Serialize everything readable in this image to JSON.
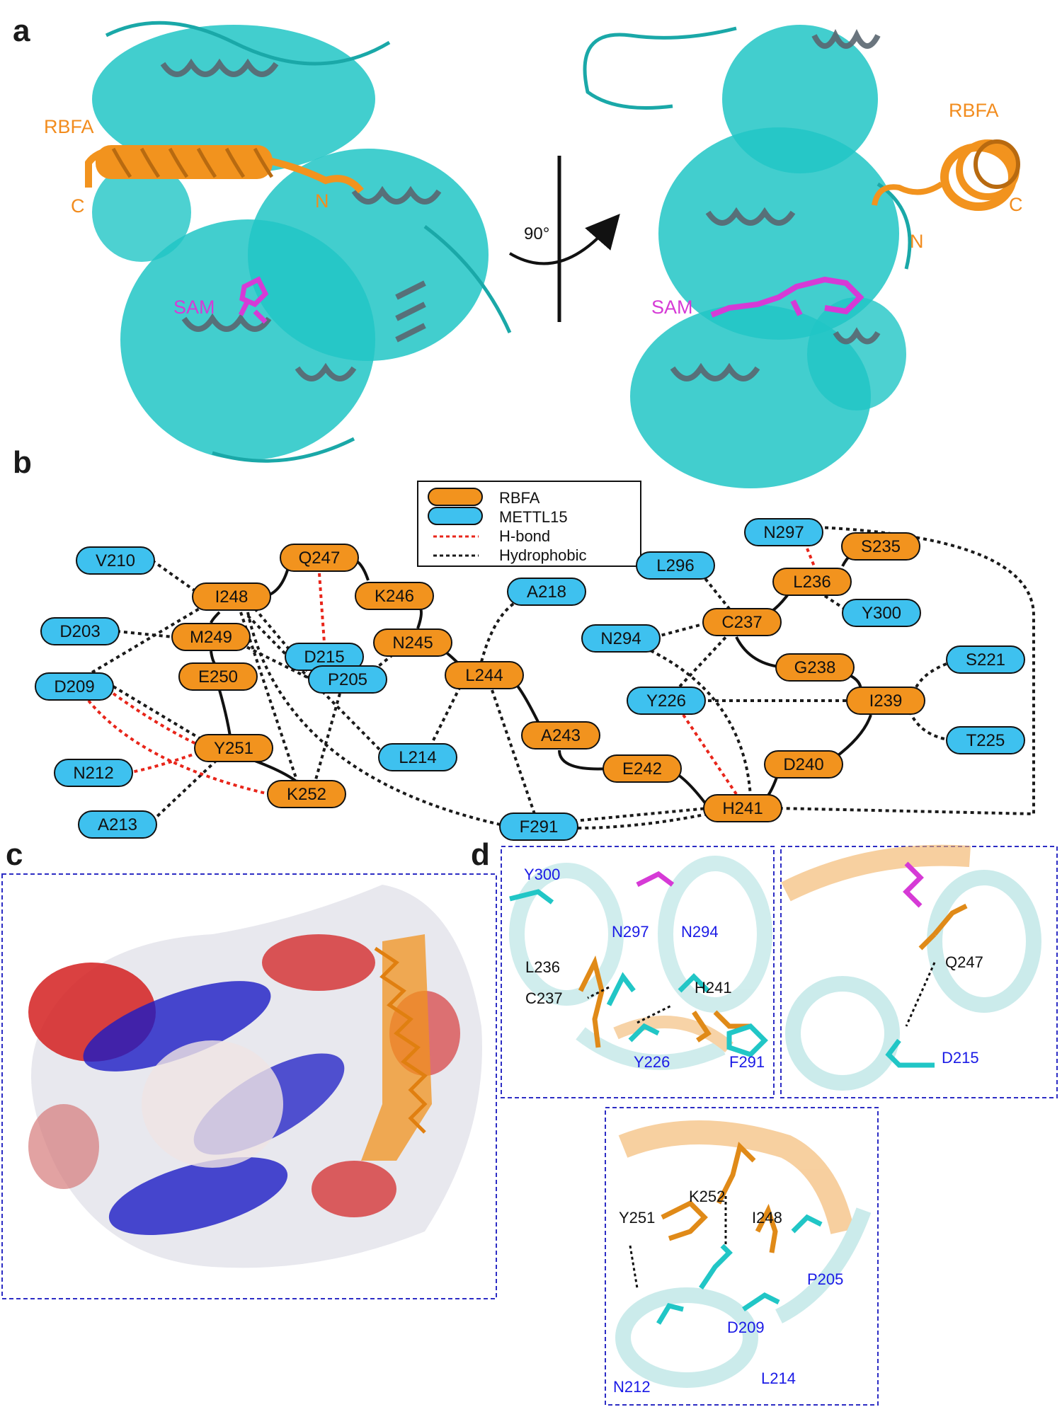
{
  "panels": {
    "a": "a",
    "b": "b",
    "c": "c",
    "d": "d"
  },
  "panel_a": {
    "left": {
      "rbfa": "RBFA",
      "c_term": "C",
      "n_term": "N",
      "sam": "SAM"
    },
    "rotation": "90°",
    "right": {
      "rbfa": "RBFA",
      "c_term": "C",
      "n_term": "N",
      "sam": "SAM"
    }
  },
  "colors": {
    "rbfa": "#f2931e",
    "mettl15": "#3ec1ef",
    "hbond": "#e8251a",
    "hydrophobic": "#1a1a1a",
    "cartoon": "#21c6c6",
    "sam": "#d63ad6",
    "box": "#2c2cc4"
  },
  "legend": {
    "rbfa": "RBFA",
    "mettl15": "METTL15",
    "hbond": "H-bond",
    "hydrophobic": "Hydrophobic"
  },
  "network": {
    "nodes": [
      {
        "id": "V210",
        "type": "mettl15"
      },
      {
        "id": "D203",
        "type": "mettl15"
      },
      {
        "id": "D209",
        "type": "mettl15"
      },
      {
        "id": "N212",
        "type": "mettl15"
      },
      {
        "id": "A213",
        "type": "mettl15"
      },
      {
        "id": "I248",
        "type": "rbfa"
      },
      {
        "id": "M249",
        "type": "rbfa"
      },
      {
        "id": "E250",
        "type": "rbfa"
      },
      {
        "id": "Y251",
        "type": "rbfa"
      },
      {
        "id": "K252",
        "type": "rbfa"
      },
      {
        "id": "Q247",
        "type": "rbfa"
      },
      {
        "id": "K246",
        "type": "rbfa"
      },
      {
        "id": "D215",
        "type": "mettl15"
      },
      {
        "id": "N245",
        "type": "rbfa"
      },
      {
        "id": "P205",
        "type": "mettl15"
      },
      {
        "id": "L214",
        "type": "mettl15"
      },
      {
        "id": "L244",
        "type": "rbfa"
      },
      {
        "id": "A218",
        "type": "mettl15"
      },
      {
        "id": "A243",
        "type": "rbfa"
      },
      {
        "id": "E242",
        "type": "rbfa"
      },
      {
        "id": "F291",
        "type": "mettl15"
      },
      {
        "id": "H241",
        "type": "rbfa"
      },
      {
        "id": "D240",
        "type": "rbfa"
      },
      {
        "id": "I239",
        "type": "rbfa"
      },
      {
        "id": "G238",
        "type": "rbfa"
      },
      {
        "id": "C237",
        "type": "rbfa"
      },
      {
        "id": "L236",
        "type": "rbfa"
      },
      {
        "id": "S235",
        "type": "rbfa"
      },
      {
        "id": "N297",
        "type": "mettl15"
      },
      {
        "id": "L296",
        "type": "mettl15"
      },
      {
        "id": "Y300",
        "type": "mettl15"
      },
      {
        "id": "N294",
        "type": "mettl15"
      },
      {
        "id": "Y226",
        "type": "mettl15"
      },
      {
        "id": "S221",
        "type": "mettl15"
      },
      {
        "id": "T225",
        "type": "mettl15"
      }
    ]
  },
  "panel_d": {
    "top_left": [
      "Y300",
      "N297",
      "N294",
      "L236",
      "C237",
      "H241",
      "Y226",
      "F291"
    ],
    "top_right": [
      "Q247",
      "D215"
    ],
    "bottom": [
      "K252",
      "Y251",
      "I248",
      "P205",
      "D209",
      "N212",
      "L214"
    ]
  }
}
